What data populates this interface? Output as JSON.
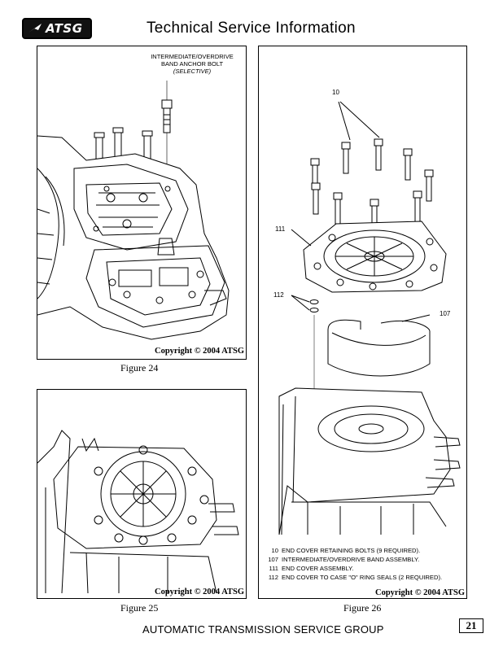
{
  "header": {
    "logo_text": "ATSG",
    "title": "Technical Service Information"
  },
  "figures": [
    {
      "id": "fig24",
      "caption": "Figure 24",
      "copyright": "Copyright © 2004 ATSG",
      "callout": {
        "line1": "INTERMEDIATE/OVERDRIVE",
        "line2": "BAND ANCHOR BOLT",
        "line3": "(SELECTIVE)"
      }
    },
    {
      "id": "fig25",
      "caption": "Figure 25",
      "copyright": "Copyright © 2004 ATSG"
    },
    {
      "id": "fig26",
      "caption": "Figure 26",
      "copyright": "Copyright © 2004 ATSG",
      "labels": [
        "10",
        "111",
        "112",
        "107"
      ],
      "legend": [
        {
          "num": "10",
          "text": "END COVER RETAINING BOLTS  (9 REQUIRED)."
        },
        {
          "num": "107",
          "text": "INTERMEDIATE/OVERDRIVE BAND ASSEMBLY."
        },
        {
          "num": "111",
          "text": "END COVER ASSEMBLY."
        },
        {
          "num": "112",
          "text": "END COVER TO CASE \"O\" RING SEALS  (2 REQUIRED)."
        }
      ]
    }
  ],
  "footer": {
    "title": "AUTOMATIC TRANSMISSION SERVICE GROUP",
    "page_number": "21"
  }
}
